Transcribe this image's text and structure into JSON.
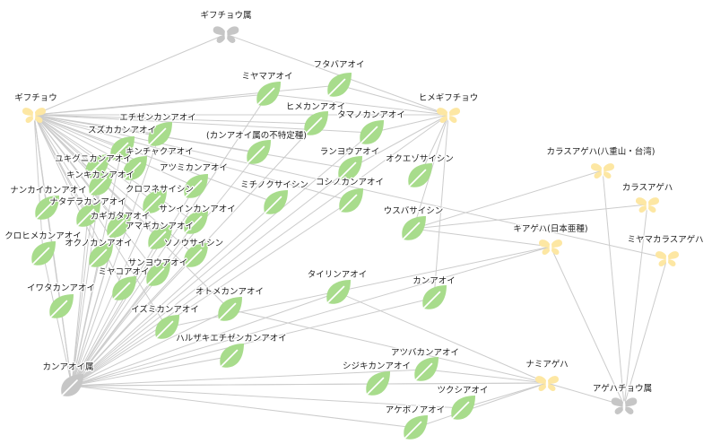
{
  "colors": {
    "leaf": "#a8dc8c",
    "leaf_vein": "#ffffff",
    "butterfly": "#fde7a3",
    "genus": "#c6c6c6",
    "edge": "#cccccc",
    "label": "#222222"
  },
  "icons": {
    "plant": "leaf-icon",
    "butterfly": "butterfly-icon",
    "genus_plant": "leaf-icon",
    "genus_butterfly": "butterfly-icon"
  },
  "nodes": [
    {
      "id": "gifuchou_zoku",
      "label": "ギフチョウ属",
      "kind": "genus_butterfly"
    },
    {
      "id": "gifuchou",
      "label": "ギフチョウ",
      "kind": "butterfly"
    },
    {
      "id": "himegifuchou",
      "label": "ヒメギフチョウ",
      "kind": "butterfly"
    },
    {
      "id": "kanaoi_zoku",
      "label": "カンアオイ属",
      "kind": "genus_plant"
    },
    {
      "id": "agehachou_zoku",
      "label": "アゲハチョウ属",
      "kind": "genus_butterfly"
    },
    {
      "id": "karasuageha_yaeyama",
      "label": "カラスアゲハ(八重山・台湾)",
      "kind": "butterfly"
    },
    {
      "id": "karasuageha",
      "label": "カラスアゲハ",
      "kind": "butterfly"
    },
    {
      "id": "miyamakarasu",
      "label": "ミヤマカラスアゲハ",
      "kind": "butterfly"
    },
    {
      "id": "kiageha",
      "label": "キアゲハ(日本亜種)",
      "kind": "butterfly"
    },
    {
      "id": "namiageha",
      "label": "ナミアゲハ",
      "kind": "butterfly"
    },
    {
      "id": "futabaaoi",
      "label": "フタバアオイ",
      "kind": "plant"
    },
    {
      "id": "miyamaaoi",
      "label": "ミヤマアオイ",
      "kind": "plant"
    },
    {
      "id": "himekanaoi",
      "label": "ヒメカンアオイ",
      "kind": "plant"
    },
    {
      "id": "tamanokanaoi",
      "label": "タマノカンアオイ",
      "kind": "plant"
    },
    {
      "id": "echizenkanaoi",
      "label": "エチゼンカンアオイ",
      "kind": "plant"
    },
    {
      "id": "suzukakanaoi",
      "label": "スズカカンアオイ",
      "kind": "plant"
    },
    {
      "id": "futokutei",
      "label": "(カンアオイ属の不特定種)",
      "kind": "plant"
    },
    {
      "id": "kinchakuaoi",
      "label": "キンチャクアオイ",
      "kind": "plant"
    },
    {
      "id": "yukigunikanaoi",
      "label": "ユキグニカンアオイ",
      "kind": "plant"
    },
    {
      "id": "ranyouaoi",
      "label": "ランヨウアオイ",
      "kind": "plant"
    },
    {
      "id": "okuezosaishin",
      "label": "オクエゾサイシン",
      "kind": "plant"
    },
    {
      "id": "atsumikanaoi",
      "label": "アツミカンアオイ",
      "kind": "plant"
    },
    {
      "id": "kinkikanaoi",
      "label": "キンキカンアオイ",
      "kind": "plant"
    },
    {
      "id": "kuronesaishin",
      "label": "クロフネサイシン",
      "kind": "plant"
    },
    {
      "id": "michinokusaishin",
      "label": "ミチノクサイシン",
      "kind": "plant"
    },
    {
      "id": "koshinokanaoi",
      "label": "コシノカンアオイ",
      "kind": "plant"
    },
    {
      "id": "nankaikanaoi",
      "label": "ナンカイカンアオイ",
      "kind": "plant"
    },
    {
      "id": "natsuderakanaoi",
      "label": "ナタデラカンアオイ",
      "kind": "plant"
    },
    {
      "id": "saninkanaoi",
      "label": "サンインカンアオイ",
      "kind": "plant"
    },
    {
      "id": "kakigataaoi",
      "label": "カギガタアオイ",
      "kind": "plant"
    },
    {
      "id": "usubasaishin",
      "label": "ウスバサイシン",
      "kind": "plant"
    },
    {
      "id": "amagikanaoi",
      "label": "アマギカンアオイ",
      "kind": "plant"
    },
    {
      "id": "kurohimekanaoi",
      "label": "クロヒメカンアオイ",
      "kind": "plant"
    },
    {
      "id": "okinokanaoi",
      "label": "オクノカンアオイ",
      "kind": "plant"
    },
    {
      "id": "soyousaishin",
      "label": "ソノウサイシン",
      "kind": "plant"
    },
    {
      "id": "sanyoukanaoi",
      "label": "サンヨウアオイ",
      "kind": "plant"
    },
    {
      "id": "miyakoaoi",
      "label": "ミヤコアオイ",
      "kind": "plant"
    },
    {
      "id": "tairinaoi",
      "label": "タイリンアオイ",
      "kind": "plant"
    },
    {
      "id": "kanaoi",
      "label": "カンアオイ",
      "kind": "plant"
    },
    {
      "id": "iwatakanaoi",
      "label": "イワタカンアオイ",
      "kind": "plant"
    },
    {
      "id": "otomekanaoi",
      "label": "オトメカンアオイ",
      "kind": "plant"
    },
    {
      "id": "izumikanaoi",
      "label": "イズミカンアオイ",
      "kind": "plant"
    },
    {
      "id": "haruzakiechizen",
      "label": "ハルザキエチゼンカンアオイ",
      "kind": "plant"
    },
    {
      "id": "atsubakanaoi",
      "label": "アツバカンアオイ",
      "kind": "plant"
    },
    {
      "id": "shijikikanaoi",
      "label": "シジキカンアオイ",
      "kind": "plant"
    },
    {
      "id": "tsukushiaoi",
      "label": "ツクシアオイ",
      "kind": "plant"
    },
    {
      "id": "akebonoaoi",
      "label": "アケボノアオイ",
      "kind": "plant"
    }
  ]
}
